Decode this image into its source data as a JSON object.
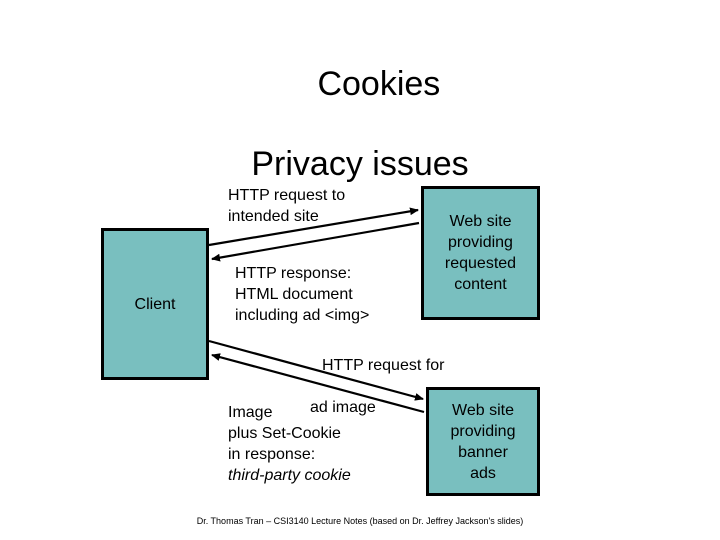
{
  "slide": {
    "title": {
      "line1": "Cookies",
      "line2": "Privacy issues"
    },
    "footer": "Dr. Thomas Tran – CSI3140 Lecture Notes (based on Dr. Jeffrey Jackson's slides)",
    "accent_color": "#79bfbf",
    "line_color": "#000000",
    "background_color": "#ffffff"
  },
  "diagram": {
    "boxes": [
      {
        "id": "client",
        "label": "Client"
      },
      {
        "id": "content",
        "label": "Web site\nproviding\nrequested\ncontent"
      },
      {
        "id": "banner",
        "label": "Web site\nproviding\nbanner\nads"
      }
    ],
    "labels": [
      {
        "id": "request-intended",
        "text": "HTTP request to\nintended site"
      },
      {
        "id": "http-response",
        "text": "HTTP response:\nHTML document\nincluding ad <img>"
      },
      {
        "id": "request-ad-line1",
        "text": "HTTP request for"
      },
      {
        "id": "request-ad-line2",
        "text": "ad image"
      },
      {
        "id": "image-set-cookie",
        "text": "Image\nplus Set-Cookie\nin response:"
      },
      {
        "id": "third-party-cookie",
        "text": "third-party cookie"
      }
    ],
    "arrows": [
      {
        "id": "client-to-content",
        "from": "client",
        "to": "content",
        "direction": "right"
      },
      {
        "id": "content-to-client",
        "from": "content",
        "to": "client",
        "direction": "left"
      },
      {
        "id": "client-to-banner",
        "from": "client",
        "to": "banner",
        "direction": "right"
      },
      {
        "id": "banner-to-client",
        "from": "banner",
        "to": "client",
        "direction": "left"
      }
    ]
  }
}
